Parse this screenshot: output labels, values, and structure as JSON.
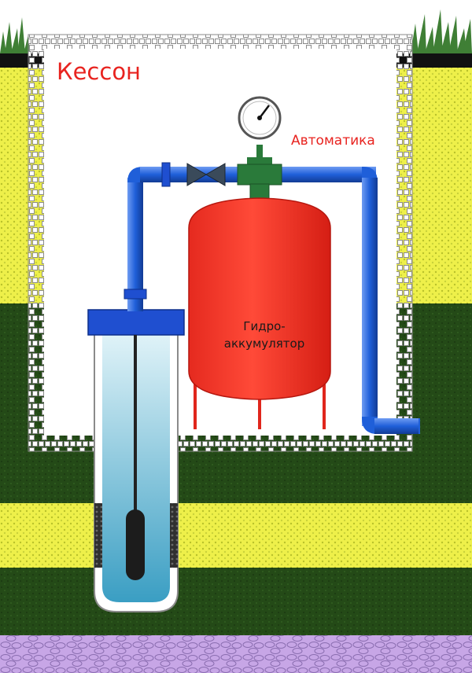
{
  "labels": {
    "caisson": "Кессон",
    "automation": "Автоматика",
    "accumulator_line1": "Гидро-",
    "accumulator_line2": "аккумулятор"
  },
  "colors": {
    "label_red": "#e8231f",
    "label_dark": "#1a1a1a",
    "tank_red": "#f0382b",
    "pipe_blue": "#1f5fd9",
    "pipe_highlight": "#6f9cf2",
    "fitting_green": "#2a7a3a",
    "soil_yellow": "#eef04a",
    "soil_dark_green": "#244a17",
    "gravel_purple": "#c7a6e6",
    "grass_green": "#3f7f35",
    "wall_grey": "#8a8a8a",
    "water_top": "#d8f0f6",
    "water_bottom": "#3a9ec3"
  },
  "icons": {
    "pressure_gauge": "pressure-gauge-icon",
    "shutoff_valve": "shutoff-valve-icon",
    "submersible_pump": "submersible-pump-icon"
  }
}
